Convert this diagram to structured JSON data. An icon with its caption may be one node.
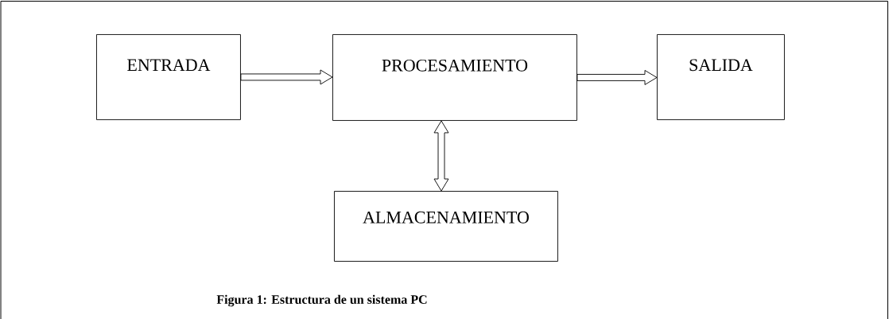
{
  "diagram": {
    "caption": "Figura 1: Estructura de un sistema PC",
    "nodes": [
      {
        "text": [
          "ENTRADA"
        ]
      },
      {
        "text": [
          "PROCESAMIENTO"
        ]
      },
      {
        "text": [
          "SALIDA"
        ]
      },
      {
        "text": [
          "ALMACENAMIENTO"
        ]
      }
    ],
    "edges": [
      {
        "from": 0,
        "to": 1,
        "arrow": "to"
      },
      {
        "from": 1,
        "to": 2,
        "arrow": "to"
      },
      {
        "from": 1,
        "to": 3,
        "arrow": "both"
      }
    ]
  }
}
